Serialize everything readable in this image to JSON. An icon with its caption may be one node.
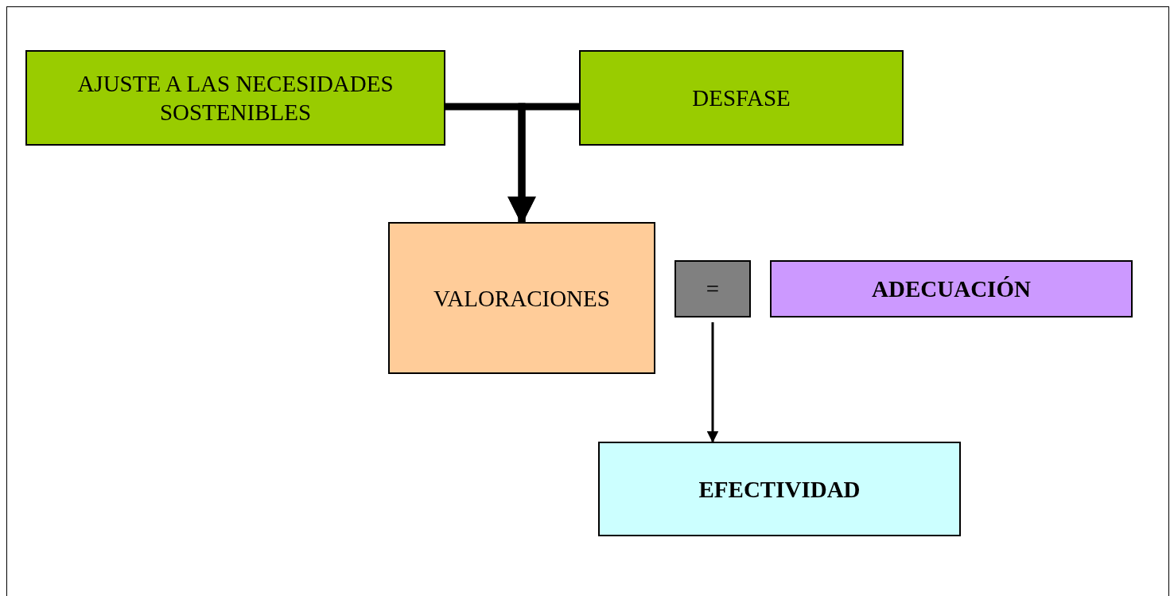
{
  "diagram": {
    "nodes": [
      {
        "text": [
          "AJUSTE A LAS NECESIDADES SOSTENIBLES"
        ]
      },
      {
        "text": [
          "DESFASE"
        ]
      },
      {
        "text": [
          "VALORACIONES"
        ]
      },
      {
        "text": [
          "="
        ]
      },
      {
        "text": [
          "ADECUACIÓN"
        ]
      },
      {
        "text": [
          "EFECTIVIDAD"
        ]
      }
    ],
    "edges": [
      {
        "from": 0,
        "to": 2,
        "arrow": "to"
      },
      {
        "from": 1,
        "to": 2,
        "arrow": "to"
      },
      {
        "from": 3,
        "to": 5,
        "arrow": "to"
      }
    ]
  }
}
